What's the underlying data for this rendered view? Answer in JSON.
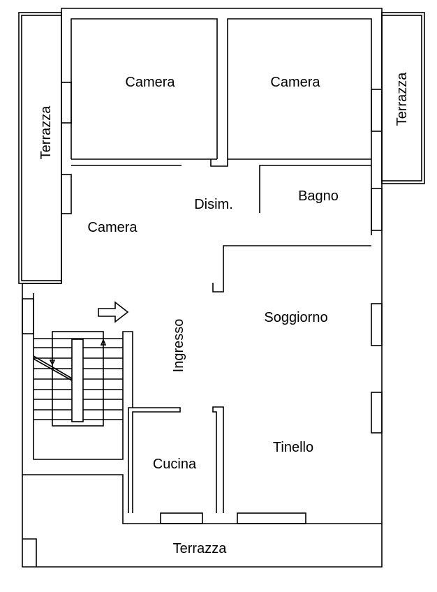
{
  "plan": {
    "rooms": {
      "camera_1": "Camera",
      "camera_2": "Camera",
      "camera_3": "Camera",
      "disimpegno": "Disim.",
      "bagno": "Bagno",
      "ingresso": "Ingresso",
      "soggiorno": "Soggiorno",
      "tinello": "Tinello",
      "cucina": "Cucina",
      "terrazza_left": "Terrazza",
      "terrazza_right": "Terrazza",
      "terrazza_bottom": "Terrazza"
    },
    "colors": {
      "line": "#000000",
      "background": "#ffffff"
    }
  }
}
